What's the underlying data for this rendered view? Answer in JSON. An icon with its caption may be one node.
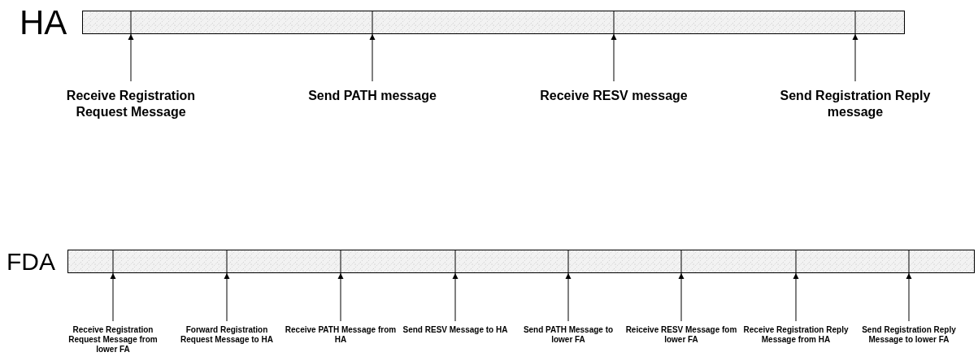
{
  "diagram": {
    "nodes": [
      {
        "text": [
          "HA"
        ]
      },
      {
        "text": [
          "Receive Registration Request Message"
        ]
      },
      {
        "text": [
          "Send PATH message"
        ]
      },
      {
        "text": [
          "Receive RESV message"
        ]
      },
      {
        "text": [
          "Send Registration Reply message"
        ]
      },
      {
        "text": [
          "FDA"
        ]
      },
      {
        "text": [
          "Receive Registration Request Message from lower FA"
        ]
      },
      {
        "text": [
          "Forward Registration Request Message to HA"
        ]
      },
      {
        "text": [
          "Receive PATH Message from HA"
        ]
      },
      {
        "text": [
          "Send RESV Message to HA"
        ]
      },
      {
        "text": [
          "Send PATH Message to lower FA"
        ]
      },
      {
        "text": [
          "Reiceive RESV Message fom lower FA"
        ]
      },
      {
        "text": [
          "Receive Registration Reply Message from HA"
        ]
      },
      {
        "text": [
          "Send Registration Reply Message to lower FA"
        ]
      }
    ],
    "edges": [
      {
        "from": 1,
        "to": 0,
        "arrow": "to"
      },
      {
        "from": 2,
        "to": 0,
        "arrow": "to"
      },
      {
        "from": 3,
        "to": 0,
        "arrow": "to"
      },
      {
        "from": 4,
        "to": 0,
        "arrow": "to"
      },
      {
        "from": 6,
        "to": 5,
        "arrow": "to"
      },
      {
        "from": 7,
        "to": 5,
        "arrow": "to"
      },
      {
        "from": 8,
        "to": 5,
        "arrow": "to"
      },
      {
        "from": 9,
        "to": 5,
        "arrow": "to"
      },
      {
        "from": 10,
        "to": 5,
        "arrow": "to"
      },
      {
        "from": 11,
        "to": 5,
        "arrow": "to"
      },
      {
        "from": 12,
        "to": 5,
        "arrow": "to"
      },
      {
        "from": 13,
        "to": 5,
        "arrow": "to"
      }
    ]
  }
}
